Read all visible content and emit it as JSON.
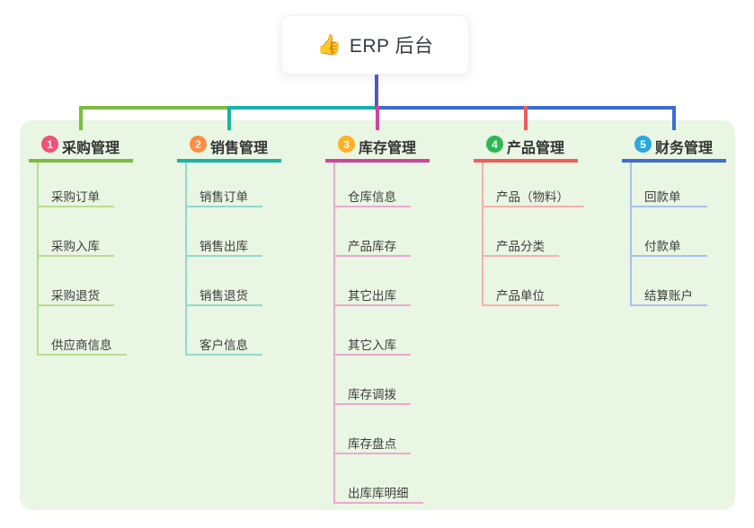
{
  "root": {
    "label": "ERP 后台",
    "emoji": "👍",
    "icon": "thumbs-up-icon"
  },
  "colors": {
    "stem": "#5157c8",
    "panel_bg": "#e9f6e3",
    "node_bg": "#ffffff",
    "heading_text": "#333333",
    "child_text": "#3d3d3d"
  },
  "branches": [
    {
      "number": "1",
      "label": "采购管理",
      "circle_color": "#f25278",
      "line_color": "#7cbc3f",
      "light_line_color": "#b9dc90",
      "children": [
        "采购订单",
        "采购入库",
        "采购退货",
        "供应商信息"
      ]
    },
    {
      "number": "2",
      "label": "销售管理",
      "circle_color": "#ff8d41",
      "line_color": "#1ab3a5",
      "light_line_color": "#93d8cf",
      "children": [
        "销售订单",
        "销售出库",
        "销售退货",
        "客户信息"
      ]
    },
    {
      "number": "3",
      "label": "库存管理",
      "circle_color": "#ffb124",
      "line_color": "#d2439c",
      "light_line_color": "#eca8cf",
      "children": [
        "仓库信息",
        "产品库存",
        "其它出库",
        "其它入库",
        "库存调拨",
        "库存盘点",
        "出库库明细"
      ]
    },
    {
      "number": "4",
      "label": "产品管理",
      "circle_color": "#2eb854",
      "line_color": "#f25c57",
      "light_line_color": "#f8b0ab",
      "children": [
        "产品（物料）",
        "产品分类",
        "产品单位"
      ]
    },
    {
      "number": "5",
      "label": "财务管理",
      "circle_color": "#2ba7e1",
      "line_color": "#3d6cd3",
      "light_line_color": "#a8c0ea",
      "children": [
        "回款单",
        "付款单",
        "结算账户"
      ]
    }
  ]
}
